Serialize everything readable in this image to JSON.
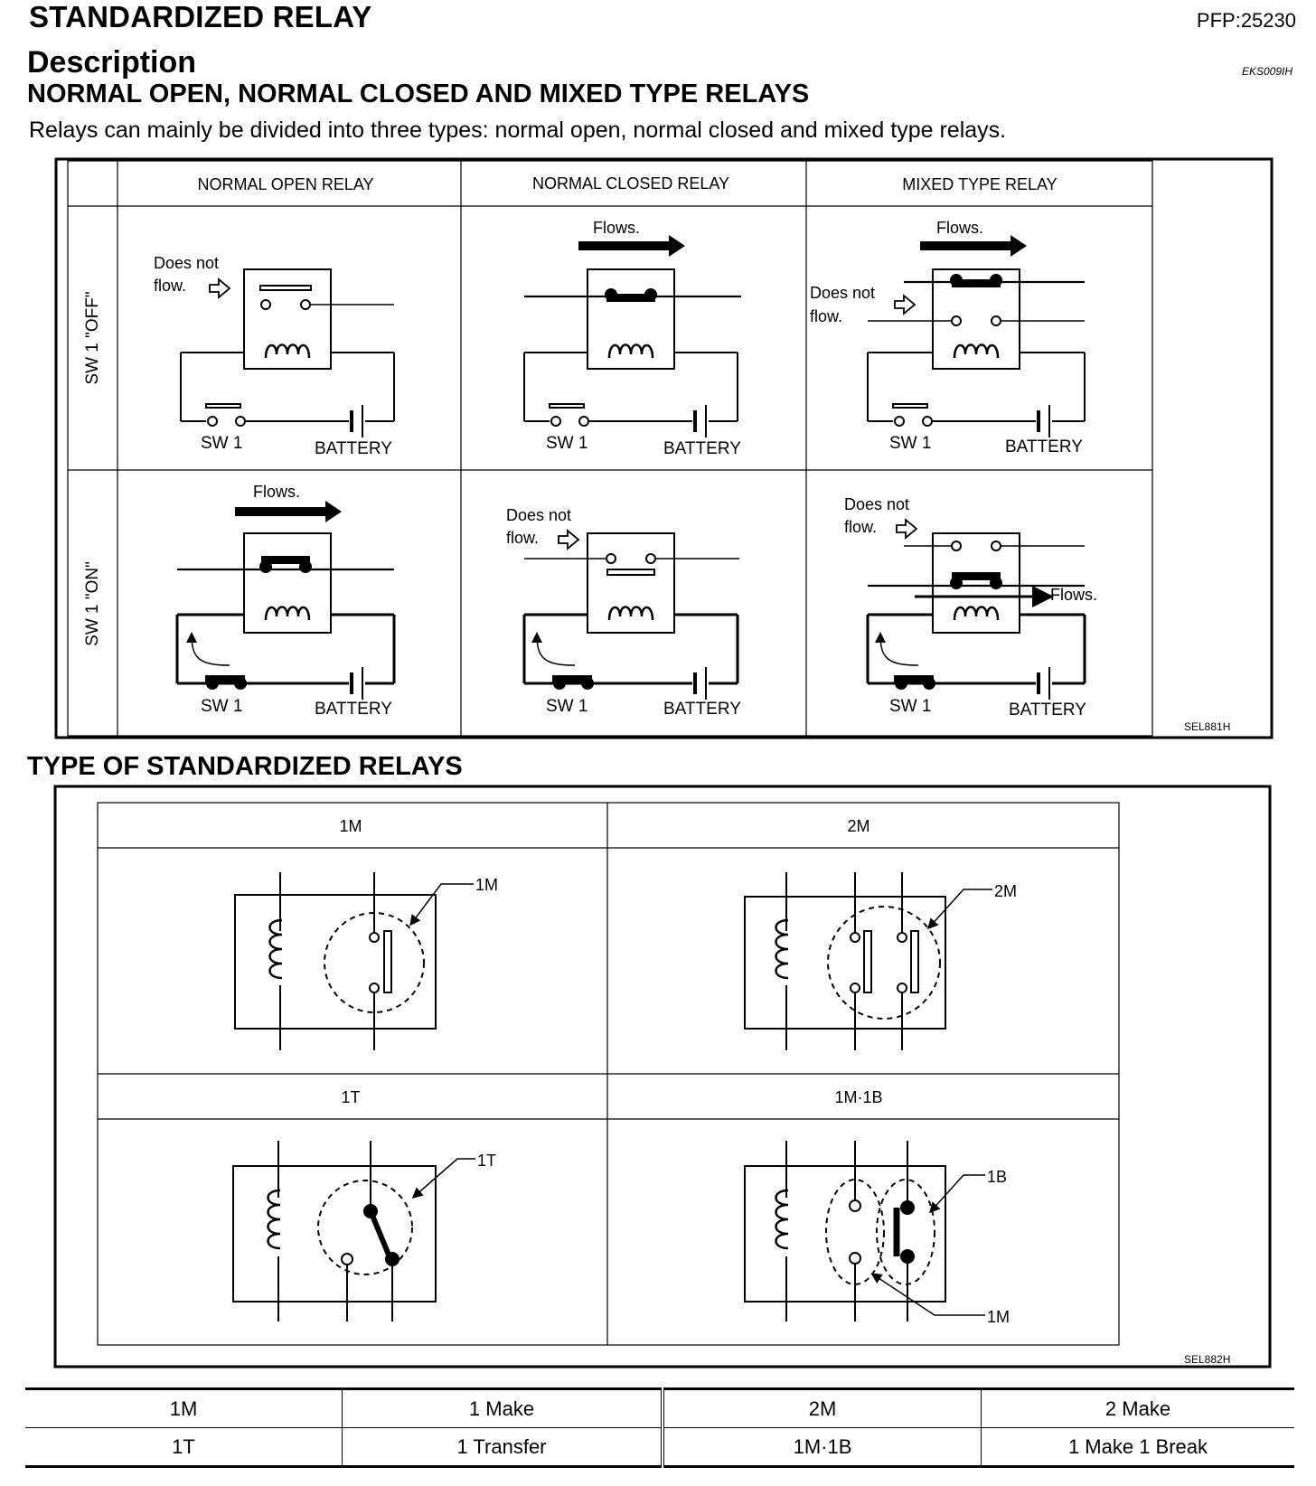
{
  "header": {
    "title": "STANDARDIZED RELAY",
    "pfp": "PFP:25230",
    "section": "Description",
    "code": "EKS009IH",
    "subtitle": "NORMAL OPEN, NORMAL CLOSED AND MIXED TYPE RELAYS",
    "intro": "Relays can mainly be divided into three types: normal open, normal closed and mixed type relays."
  },
  "figure1": {
    "columns": [
      "NORMAL OPEN RELAY",
      "NORMAL CLOSED RELAY",
      "MIXED TYPE RELAY"
    ],
    "rows": [
      "SW 1 \"OFF\"",
      "SW 1 \"ON\""
    ],
    "labels": {
      "flows": "Flows.",
      "does_not_1": "Does not",
      "does_not_2": "flow.",
      "sw": "SW 1",
      "battery": "BATTERY"
    },
    "code": "SEL881H"
  },
  "section2_title": "TYPE OF STANDARDIZED RELAYS",
  "figure2": {
    "cells": [
      "1M",
      "2M",
      "1T",
      "1M·1B"
    ],
    "callouts": [
      "1M",
      "2M",
      "1T",
      "1B",
      "1M"
    ],
    "code": "SEL882H"
  },
  "summary": [
    [
      "1M",
      "1 Make",
      "2M",
      "2 Make"
    ],
    [
      "1T",
      "1 Transfer",
      "1M·1B",
      "1 Make 1 Break"
    ]
  ]
}
